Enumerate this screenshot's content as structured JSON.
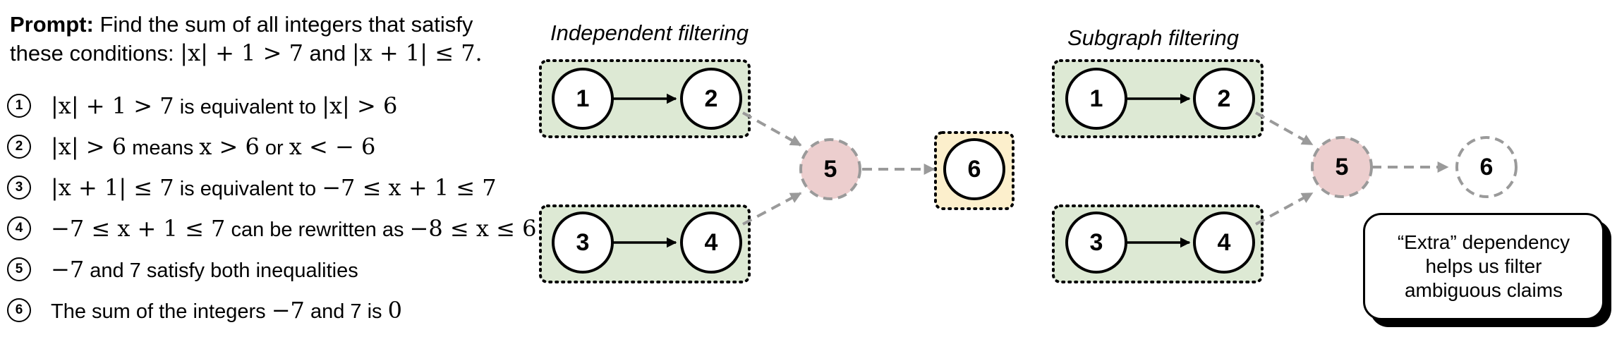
{
  "prompt": {
    "label": "Prompt:",
    "text_1": "Find the sum of all integers that satisfy",
    "text_2": "these conditions:",
    "cond_1": "|x| + 1 > 7",
    "and": "and",
    "cond_2": "|x + 1| ≤ 7."
  },
  "steps": [
    {
      "num": "1",
      "parts": [
        {
          "m": "|x| + 1 > 7"
        },
        {
          "t": " is equivalent to "
        },
        {
          "m": "|x| > 6"
        }
      ]
    },
    {
      "num": "2",
      "parts": [
        {
          "m": "|x| > 6"
        },
        {
          "t": " means "
        },
        {
          "m": "x > 6"
        },
        {
          "t": " or "
        },
        {
          "m": "x < − 6"
        }
      ]
    },
    {
      "num": "3",
      "parts": [
        {
          "m": "|x + 1| ≤ 7"
        },
        {
          "t": " is equivalent to "
        },
        {
          "m": "−7 ≤ x + 1 ≤ 7"
        }
      ]
    },
    {
      "num": "4",
      "parts": [
        {
          "m": "−7 ≤ x + 1 ≤ 7"
        },
        {
          "t": " can be rewritten as "
        },
        {
          "m": "−8 ≤ x ≤ 6"
        }
      ]
    },
    {
      "num": "5",
      "parts": [
        {
          "m": "−7"
        },
        {
          "t": " and 7 satisfy both inequalities"
        }
      ]
    },
    {
      "num": "6",
      "parts": [
        {
          "t": "The sum of the integers "
        },
        {
          "m": "−7"
        },
        {
          "t": " and 7 is "
        },
        {
          "m": "0"
        }
      ]
    }
  ],
  "panels": {
    "independent_title": "Independent filtering",
    "subgraph_title": "Subgraph filtering"
  },
  "nodes": {
    "n1": "1",
    "n2": "2",
    "n3": "3",
    "n4": "4",
    "n5": "5",
    "n6": "6"
  },
  "callout": "“Extra” dependency helps us filter ambiguous claims",
  "colors": {
    "group_fill": "#dde9d4",
    "node5_fill": "#eccece",
    "node6_box_fill": "#fcefcc",
    "dashed_gray": "#9a9a9a"
  }
}
